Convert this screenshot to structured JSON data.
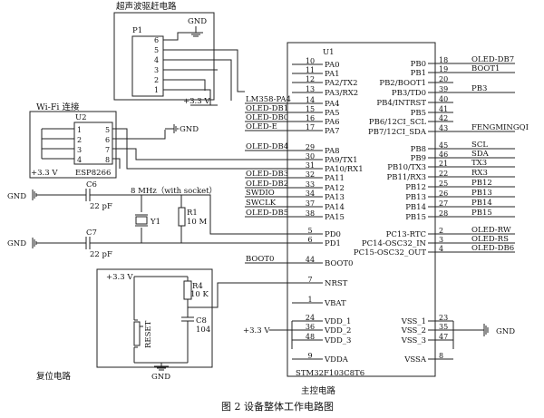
{
  "figure": {
    "caption": "图 2   设备整体工作电路图"
  },
  "mcu": {
    "name": "U1",
    "part": "STM32F103C8T6",
    "section_label": "主控电路",
    "left_pins": [
      {
        "label": "PA0",
        "num": "10"
      },
      {
        "label": "PA1",
        "num": "11"
      },
      {
        "label": "PA2/TX2",
        "num": "12"
      },
      {
        "label": "PA3/RX2",
        "num": "13"
      },
      {
        "label": "PA4",
        "num": "14"
      },
      {
        "label": "PA5",
        "num": "15"
      },
      {
        "label": "PA6",
        "num": "16"
      },
      {
        "label": "PA7",
        "num": "17"
      },
      {
        "label": "PA8",
        "num": "29"
      },
      {
        "label": "PA9/TX1",
        "num": "30"
      },
      {
        "label": "PA10/RX1",
        "num": "31"
      },
      {
        "label": "PA11",
        "num": "32"
      },
      {
        "label": "PA12",
        "num": "33"
      },
      {
        "label": "PA13",
        "num": "34"
      },
      {
        "label": "PA14",
        "num": "37"
      },
      {
        "label": "PA15",
        "num": "38"
      },
      {
        "label": "PD0",
        "num": "5"
      },
      {
        "label": "PD1",
        "num": "6"
      },
      {
        "label": "BOOT0",
        "num": "44"
      },
      {
        "label": "NRST",
        "num": "7"
      },
      {
        "label": "VBAT",
        "num": "1"
      },
      {
        "label": "VDD_1",
        "num": "24"
      },
      {
        "label": "VDD_2",
        "num": "36"
      },
      {
        "label": "VDD_3",
        "num": "48"
      },
      {
        "label": "VDDA",
        "num": "9"
      }
    ],
    "right_pins": [
      {
        "label": "PB0",
        "num": "18"
      },
      {
        "label": "PB1",
        "num": "19"
      },
      {
        "label": "PB2/BOOT1",
        "num": "20"
      },
      {
        "label": "PB3/TD0",
        "num": "39"
      },
      {
        "label": "PB4/INTRST",
        "num": "40"
      },
      {
        "label": "PB5",
        "num": "41"
      },
      {
        "label": "PB6/12CI_SCL",
        "num": "42"
      },
      {
        "label": "PB7/12CI_SDA",
        "num": "43"
      },
      {
        "label": "PB8",
        "num": "45"
      },
      {
        "label": "PB9",
        "num": "46"
      },
      {
        "label": "PB10/TX3",
        "num": "21"
      },
      {
        "label": "PB11/RX3",
        "num": "22"
      },
      {
        "label": "PB12",
        "num": "25"
      },
      {
        "label": "PB13",
        "num": "26"
      },
      {
        "label": "PB14",
        "num": "27"
      },
      {
        "label": "PB15",
        "num": "28"
      },
      {
        "label": "PC13-RTC",
        "num": "2"
      },
      {
        "label": "PC14-OSC32_IN",
        "num": "3"
      },
      {
        "label": "PC15-OSC32_OUT",
        "num": "4"
      },
      {
        "label": "VSS_1",
        "num": "23"
      },
      {
        "label": "VSS_2",
        "num": "35"
      },
      {
        "label": "VSS_3",
        "num": "47"
      },
      {
        "label": "VSSA",
        "num": "8"
      }
    ],
    "left_nets": [
      "LM358-PA4",
      "OLED-DB1",
      "OLED-DB0",
      "OLED-E",
      "OLED-DB4",
      "OLED-DB3",
      "OLED-DB2",
      "SWDIO",
      "SWCLK",
      "OLED-DB5",
      "BOOT0"
    ],
    "right_nets": [
      "OLED-DB7",
      "BOOT1",
      "PB3",
      "FENGMINGQI",
      "SCL",
      "SDA",
      "TX3",
      "RX3",
      "PB12",
      "PB13",
      "PB14",
      "PB15",
      "OLED-RW",
      "OLED-RS",
      "OLED-DB6"
    ]
  },
  "ultrasonic": {
    "title": "超声波驱赶电路",
    "ref": "P1",
    "pins": [
      "6",
      "5",
      "4",
      "3",
      "2",
      "1"
    ],
    "gnd": "GND",
    "vcc": "+3.3 V"
  },
  "wifi": {
    "title": "Wi-Fi 连接",
    "ref": "U2",
    "part": "ESP8266",
    "pins_left": [
      "1",
      "2",
      "3",
      "4"
    ],
    "pins_right": [
      "5",
      "6",
      "7",
      "8"
    ],
    "gnd": "GND",
    "vcc": "+3.3 V"
  },
  "clock": {
    "gnd1": "GND",
    "gnd2": "GND",
    "c6_ref": "C6",
    "c6_val": "22 pF",
    "c7_ref": "C7",
    "c7_val": "22 pF",
    "crystal_freq": "8 MHz（with socket）",
    "y1": "Y1",
    "r1_ref": "R1",
    "r1_val": "10 M"
  },
  "reset": {
    "title": "复位电路",
    "vcc": "+3.3 V",
    "r4_ref": "R4",
    "r4_val": "10 K",
    "c8_ref": "C8",
    "c8_val": "104",
    "button": "RESET",
    "gnd": "GND"
  },
  "power": {
    "vdd_supply": "+3.3 V",
    "vss_gnd": "GND"
  }
}
